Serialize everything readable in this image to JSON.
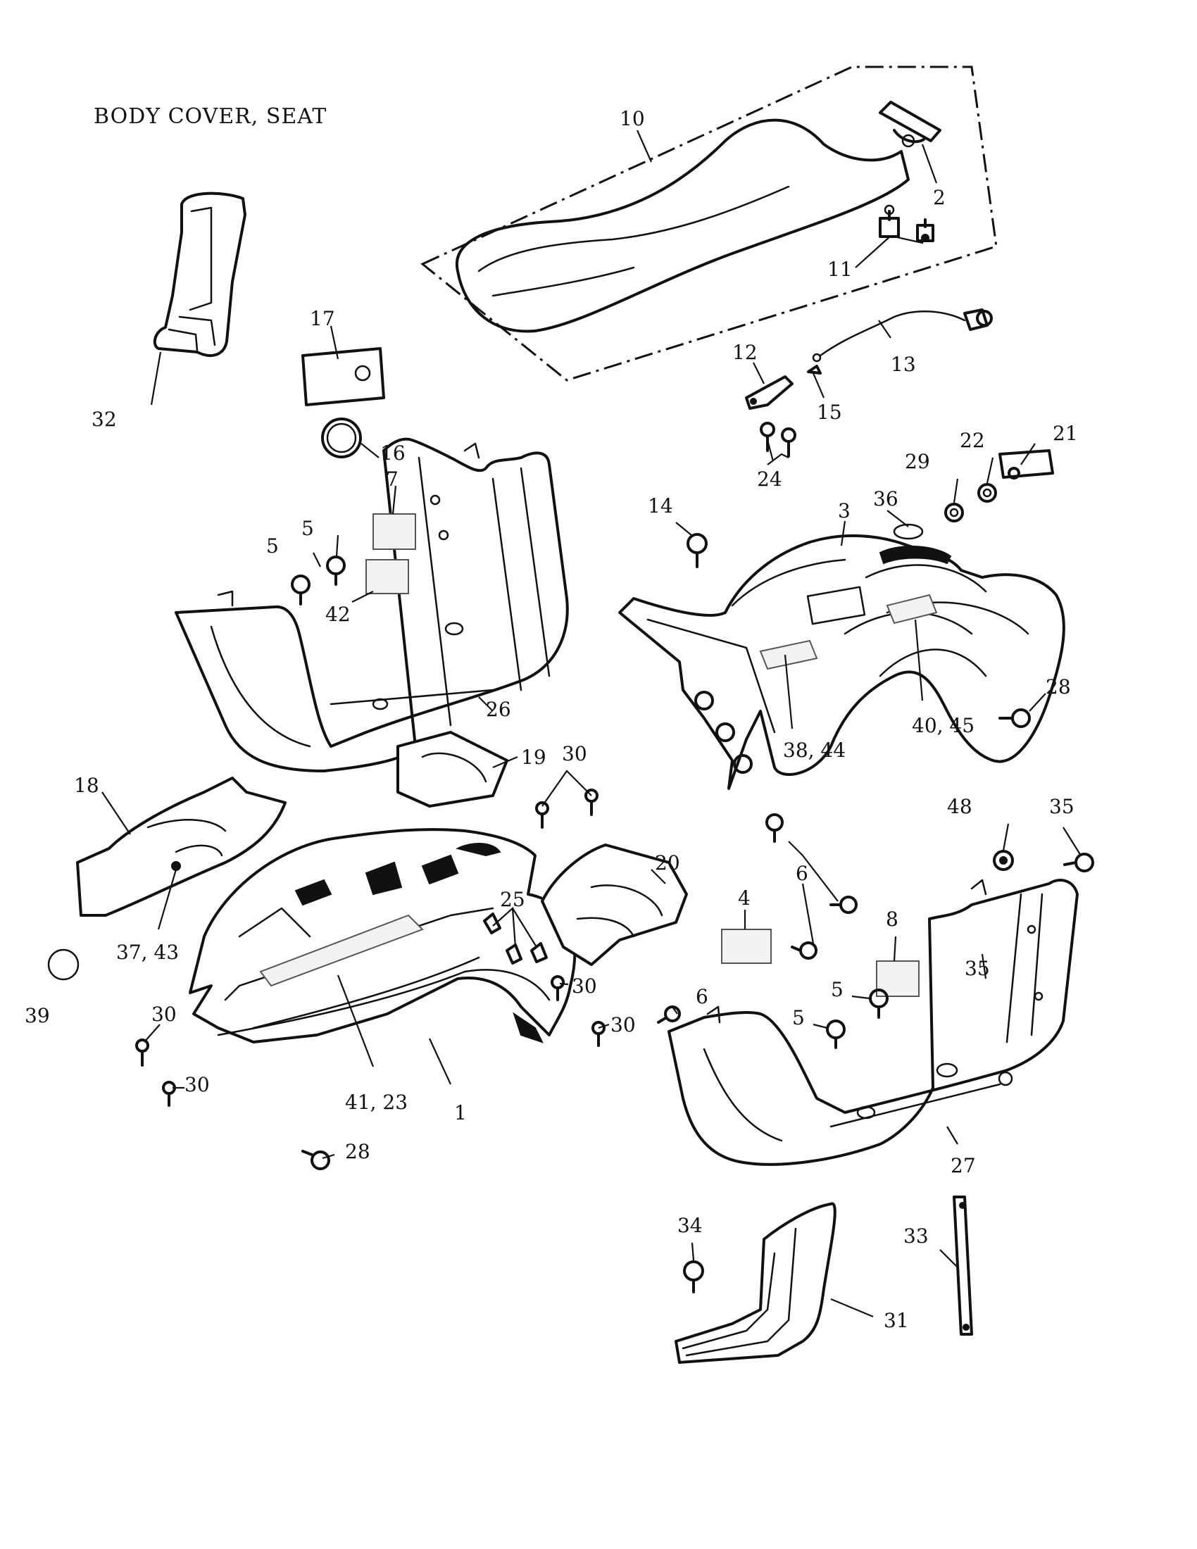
{
  "title": "BODY COVER, SEAT",
  "labels": {
    "p10": "10",
    "p2": "2",
    "p11": "11",
    "p13": "13",
    "p12": "12",
    "p15": "15",
    "p32": "32",
    "p17": "17",
    "p16": "16",
    "p7": "7",
    "p5a": "5",
    "p5b": "5",
    "p42": "42",
    "p26": "26",
    "p24": "24",
    "p29": "29",
    "p22": "22",
    "p21": "21",
    "p14": "14",
    "p3": "3",
    "p36": "36",
    "p40_45": "40, 45",
    "p28a": "28",
    "p38_44": "38, 44",
    "p19": "19",
    "p30a": "30",
    "p18": "18",
    "p37_43": "37, 43",
    "p39": "39",
    "p30b": "30",
    "p30c": "30",
    "p41_23": "41, 23",
    "p1": "1",
    "p28b": "28",
    "p25": "25",
    "p30d": "30",
    "p30e": "30",
    "p20": "20",
    "p4": "4",
    "p6a": "6",
    "p6b": "6",
    "p48": "48",
    "p35a": "35",
    "p35b": "35",
    "p8": "8",
    "p5c": "5",
    "p5d": "5",
    "p27": "27",
    "p34": "34",
    "p33": "33",
    "p31": "31"
  }
}
